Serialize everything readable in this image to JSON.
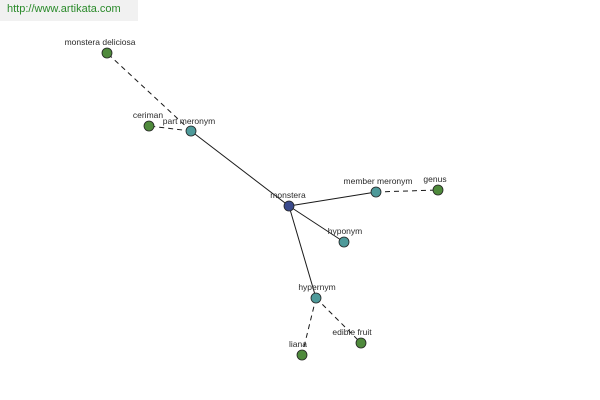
{
  "site_url": "http://www.artikata.com",
  "colors": {
    "center": "#3a4a8c",
    "relation": "#4e9a9a",
    "leaf": "#4f8a3c",
    "edge": "#1a1a1a",
    "label": "#2b2b2b",
    "banner_text": "#2a8a2a"
  },
  "nodes": [
    {
      "id": "monstera",
      "label": "monstera",
      "role": "center"
    },
    {
      "id": "part-meronym",
      "label": "part meronym",
      "role": "relation"
    },
    {
      "id": "member-meronym",
      "label": "member meronym",
      "role": "relation"
    },
    {
      "id": "hyponym",
      "label": "hyponym",
      "role": "relation"
    },
    {
      "id": "hypernym",
      "label": "hypernym",
      "role": "relation"
    },
    {
      "id": "monstera-deliciosa",
      "label": "monstera deliciosa",
      "role": "leaf"
    },
    {
      "id": "ceriman",
      "label": "ceriman",
      "role": "leaf"
    },
    {
      "id": "genus",
      "label": "genus",
      "role": "leaf"
    },
    {
      "id": "liana",
      "label": "liana",
      "role": "leaf"
    },
    {
      "id": "edible-fruit",
      "label": "edible fruit",
      "role": "leaf"
    }
  ],
  "edges": [
    {
      "from": "monstera",
      "to": "part-meronym",
      "style": "solid"
    },
    {
      "from": "monstera",
      "to": "member-meronym",
      "style": "solid"
    },
    {
      "from": "monstera",
      "to": "hyponym",
      "style": "solid"
    },
    {
      "from": "monstera",
      "to": "hypernym",
      "style": "solid"
    },
    {
      "from": "part-meronym",
      "to": "monstera-deliciosa",
      "style": "dashed"
    },
    {
      "from": "part-meronym",
      "to": "ceriman",
      "style": "dashed"
    },
    {
      "from": "member-meronym",
      "to": "genus",
      "style": "dashed"
    },
    {
      "from": "hypernym",
      "to": "liana",
      "style": "dashed"
    },
    {
      "from": "hypernym",
      "to": "edible-fruit",
      "style": "dashed"
    }
  ]
}
